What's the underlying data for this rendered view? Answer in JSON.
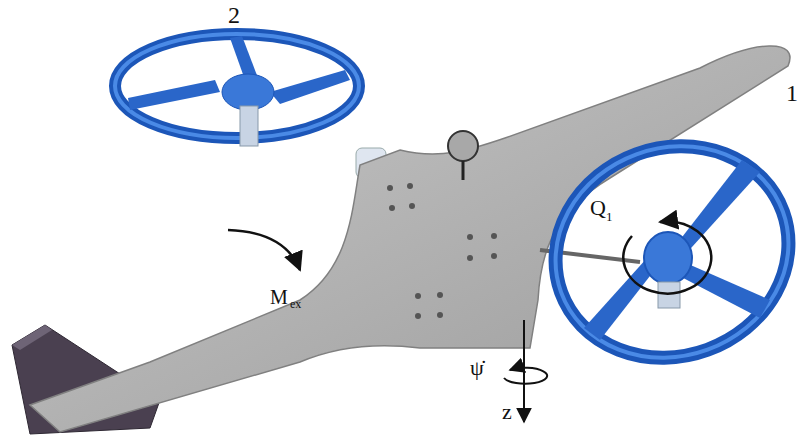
{
  "diagram": {
    "labels": [
      "2",
      "1",
      "Q",
      "1",
      "ψ̇",
      "z",
      "M",
      "ex"
    ]
  }
}
